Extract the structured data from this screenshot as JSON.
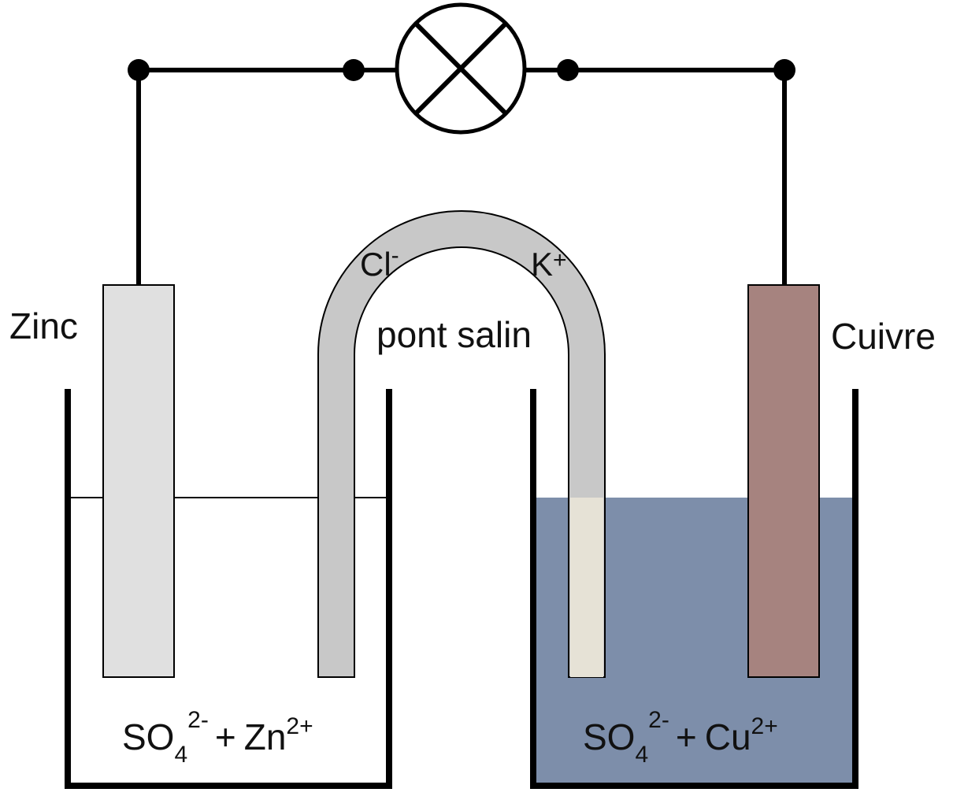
{
  "labels": {
    "left_electrode": "Zinc",
    "right_electrode": "Cuivre",
    "bridge": "pont salin",
    "bridge_anion": "Cl",
    "bridge_anion_charge": "-",
    "bridge_cation": "K",
    "bridge_cation_charge": "+"
  },
  "left_solution": {
    "anion": "SO",
    "anion_sub": "4",
    "anion_charge": "2-",
    "plus": "+",
    "cation": "Zn",
    "cation_charge": "2+"
  },
  "right_solution": {
    "anion": "SO",
    "anion_sub": "4",
    "anion_charge": "2-",
    "plus": "+",
    "cation": "Cu",
    "cation_charge": "2+"
  },
  "colors": {
    "wire": "#000000",
    "zinc_electrode": "#e0e0e0",
    "copper_electrode": "#a6837f",
    "salt_bridge": "#c8c8c8",
    "copper_solution": "#7d8eaa",
    "background": "#ffffff"
  }
}
